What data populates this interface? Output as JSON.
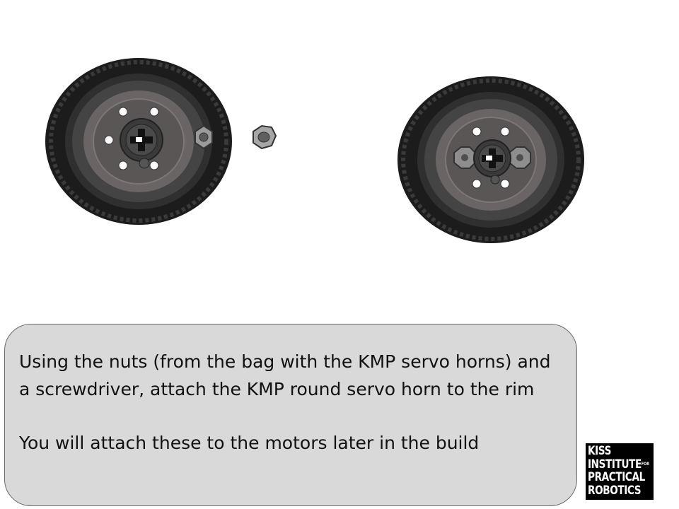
{
  "slide": {
    "instruction_line1": "Using the nuts (from the bag with the KMP servo horns) and a screwdriver, attach the KMP round servo horn to the rim",
    "instruction_line2": "You will attach these to the motors later in the build"
  },
  "logo": {
    "line1": "KISS",
    "line2": "INSTITUTE",
    "line2_small": "FOR",
    "line3": "PRACTICAL",
    "line4": "ROBOTICS"
  },
  "colors": {
    "tire": "#2b2b2b",
    "rim": "#5a5656",
    "box_fill": "#d9d9d9",
    "logo_bg": "#000000"
  },
  "images": {
    "left": "wheel with servo horn and nuts before attaching",
    "right": "wheel with servo horn attached"
  }
}
